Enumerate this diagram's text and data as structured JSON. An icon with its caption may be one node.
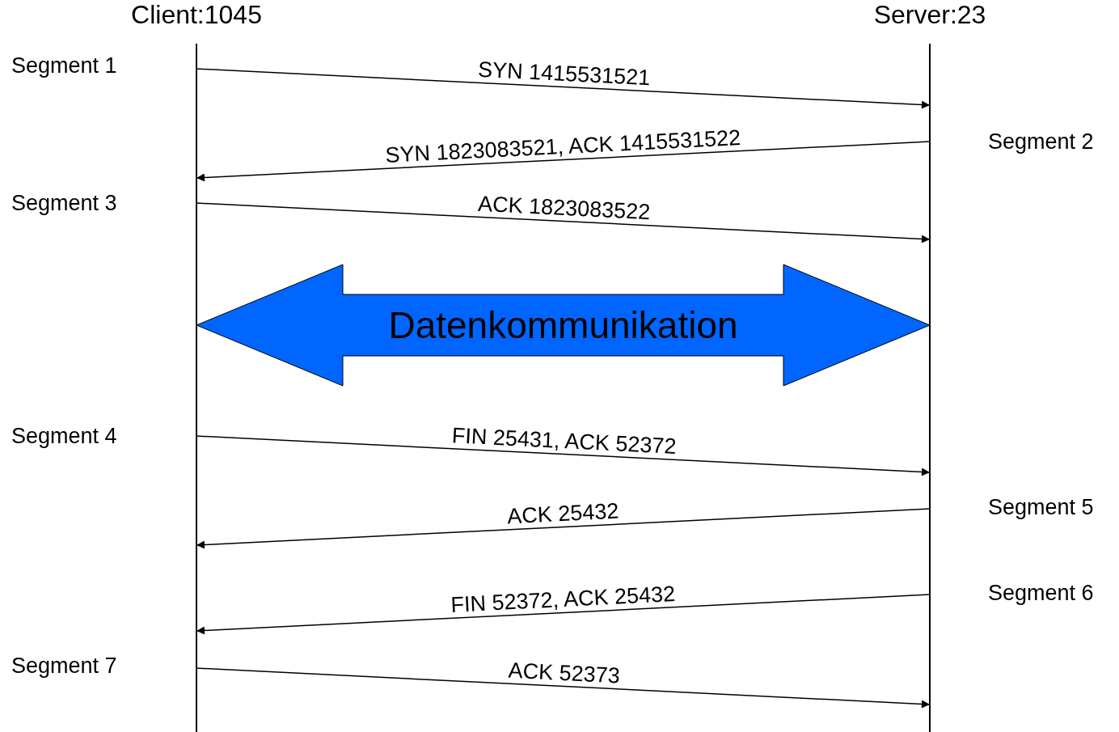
{
  "diagram": {
    "nodes": [
      {
        "text": [
          "Client:1045"
        ]
      },
      {
        "text": [
          "Server:23"
        ]
      }
    ],
    "edges": [
      {
        "from": 0,
        "to": 1,
        "arrow": "to",
        "label": "SYN 1415531521"
      },
      {
        "from": 1,
        "to": 0,
        "arrow": "to",
        "label": "SYN 1823083521, ACK 1415531522"
      },
      {
        "from": 0,
        "to": 1,
        "arrow": "to",
        "label": "ACK 1823083522"
      },
      {
        "from": 0,
        "to": 1,
        "arrow": "both",
        "label": "Datenkommunikation",
        "style": "thick",
        "color": "#0066ff"
      },
      {
        "from": 0,
        "to": 1,
        "arrow": "to",
        "label": "FIN 25431, ACK 52372"
      },
      {
        "from": 1,
        "to": 0,
        "arrow": "to",
        "label": "ACK 25432"
      },
      {
        "from": 1,
        "to": 0,
        "arrow": "to",
        "label": "FIN 52372, ACK 25432"
      },
      {
        "from": 0,
        "to": 1,
        "arrow": "to",
        "label": "ACK 52373"
      }
    ],
    "labels": [
      "Segment 1",
      "Segment 2",
      "Segment 3",
      "Segment 4",
      "Segment 5",
      "Segment 6",
      "Segment 7"
    ]
  }
}
